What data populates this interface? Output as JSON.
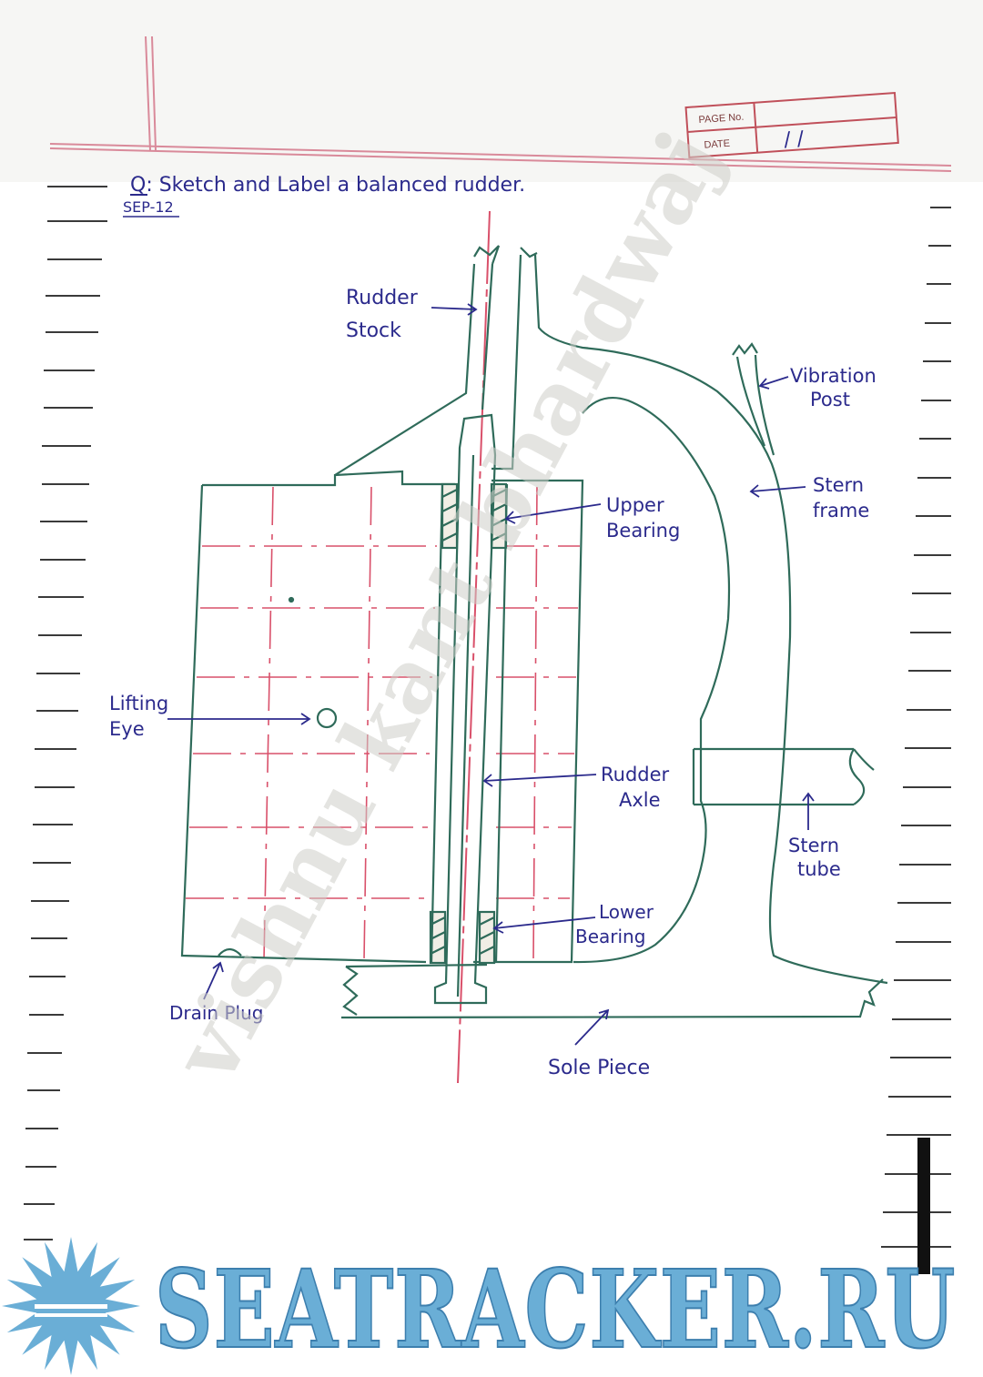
{
  "header": {
    "page_no_label": "PAGE No.",
    "date_label": "DATE",
    "date_value": "/ /"
  },
  "question": {
    "text": "Q: Sketch and Label a balanced rudder.",
    "tag": "SEP-12"
  },
  "labels": {
    "rudder_stock": [
      "Rudder",
      "Stock"
    ],
    "vibration_post": [
      "Vibration",
      "Post"
    ],
    "stern_frame": [
      "Stern",
      "frame"
    ],
    "upper_bearing": [
      "Upper",
      "Bearing"
    ],
    "lifting_eye": [
      "Lifting",
      "Eye"
    ],
    "rudder_axle": [
      "Rudder",
      "Axle"
    ],
    "stern_tube": [
      "Stern",
      "tube"
    ],
    "lower_bearing": [
      "Lower",
      "Bearing"
    ],
    "drain_plug": "Drain Plug",
    "sole_piece": "Sole Piece"
  },
  "watermark": "vishnu kant bhardwaj",
  "brand": {
    "text": "SEATRACKER.RU",
    "color": "#6aaed6"
  },
  "colors": {
    "ink_green": "#2f6b5a",
    "ink_blue": "#2b2a8c",
    "margin_red": "#d98a9a",
    "center_line": "#d9506a"
  }
}
